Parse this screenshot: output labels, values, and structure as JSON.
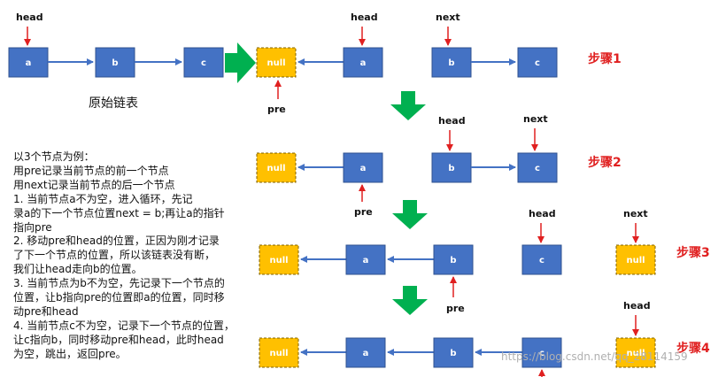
{
  "labels": {
    "head": "head",
    "next": "next",
    "pre": "pre",
    "a": "a",
    "b": "b",
    "c": "c",
    "null": "null"
  },
  "caption": "原始链表",
  "steps": [
    "步骤1",
    "步骤2",
    "步骤3",
    "步骤4"
  ],
  "description": [
    "以3个节点为例：",
    "用pre记录当前节点的前一个节点",
    "用next记录当前节点的后一个节点",
    "1.  当前节点a不为空，进入循环，先记",
    "录a的下一个节点位置next = b;再让a的指针",
    "指向pre",
    "2. 移动pre和head的位置，正因为刚才记录",
    "了下一个节点的位置，所以该链表没有断，",
    "我们让head走向b的位置。",
    "3. 当前节点为b不为空，先记录下一个节点的",
    "位置，让b指向pre的位置即a的位置，同时移",
    "动pre和head",
    "4. 当前节点c不为空，记录下一个节点的位置，",
    "让c指向b，同时移动pre和head，此时head",
    "为空，跳出，返回pre。"
  ],
  "watermark": "https://blog.csdn.net/qq_28114159",
  "colors": {
    "node": "#4472c4",
    "node_border": "#2f528f",
    "null_fill": "#ffc000",
    "null_border": "#7f6000",
    "step_text": "#e02020",
    "pointer_arrow": "#e02020",
    "big_arrow": "#00b050"
  }
}
